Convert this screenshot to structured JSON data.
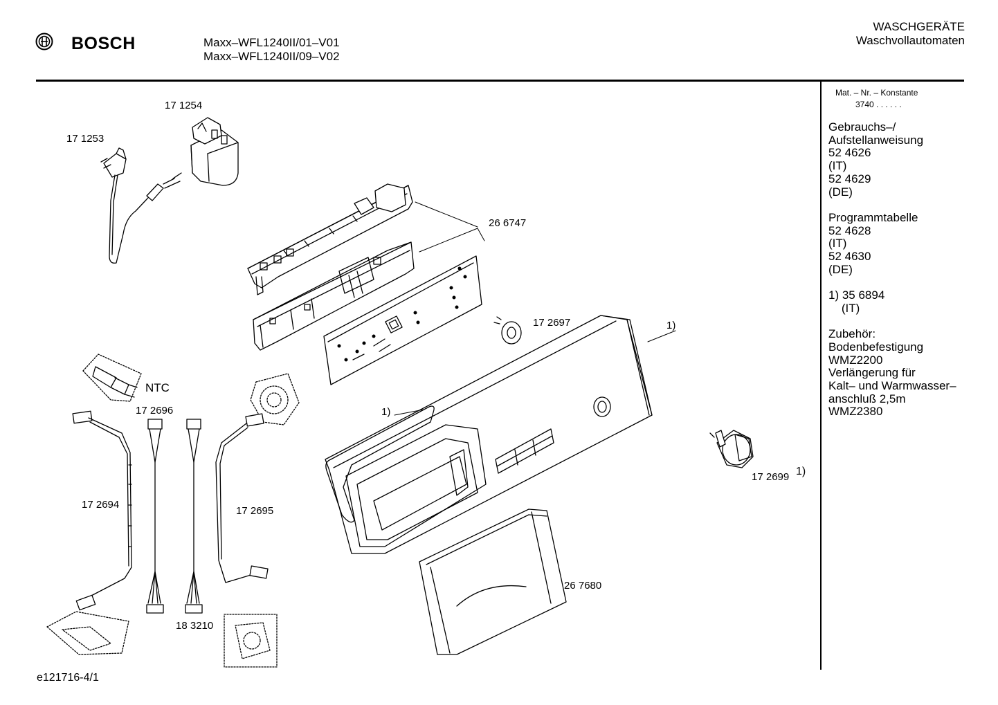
{
  "header": {
    "brand": "BOSCH",
    "models": [
      "Maxx–WFL1240II/01–V01",
      "Maxx–WFL1240II/09–V02"
    ],
    "category": "WASCHGERÄTE",
    "subcategory": "Waschvollautomaten"
  },
  "sidebar": {
    "mat_title": "Mat. – Nr. – Konstante",
    "mat_value": "3740 . .  . . . .",
    "lines": [
      "Gebrauchs–/",
      "Aufstellanweisung",
      "52 4626",
      "(IT)",
      "52 4629",
      "(DE)",
      "",
      "Programmtabelle",
      "52 4628",
      "(IT)",
      "52 4630",
      "(DE)",
      "",
      "1) 35 6894",
      "    (IT)",
      "",
      "Zubehör:",
      "Bodenbefestigung",
      "WMZ2200",
      "Verlängerung für",
      "Kalt– und Warmwasser–",
      "anschluß 2,5m",
      "WMZ2380"
    ]
  },
  "parts": {
    "p171254": "17 1254",
    "p171253": "17 1253",
    "p266747": "26 6747",
    "p172697": "17 2697",
    "note1a": "1)",
    "ntc": "NTC",
    "p172696": "17 2696",
    "note1b": "1)",
    "p172694": "17 2694",
    "p172695": "17 2695",
    "p172699": "17 2699",
    "note1c": "1)",
    "p267680": "26 7680",
    "p183210": "18 3210"
  },
  "footer": {
    "code": "e121716-4/1"
  }
}
